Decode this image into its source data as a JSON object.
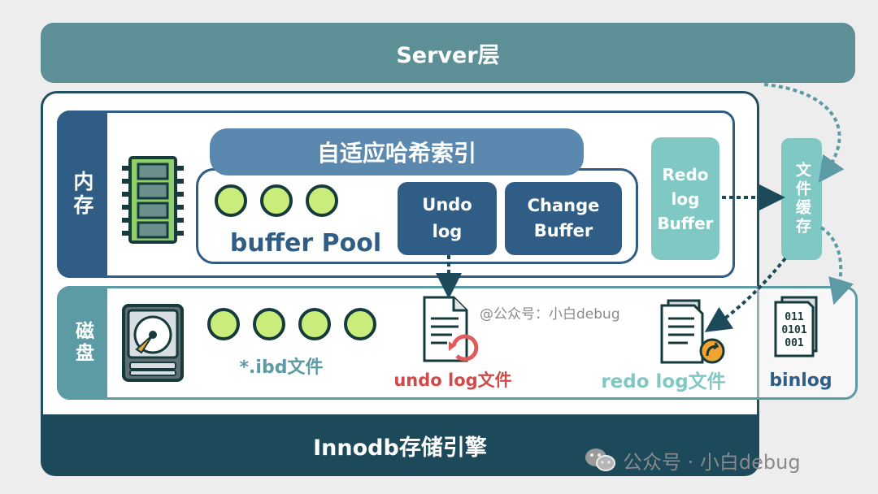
{
  "server_layer": "Server层",
  "innodb_engine": "Innodb存储引擎",
  "memory_label": "内存",
  "disk_label": "磁盘",
  "adaptive_hash_index": "自适应哈希索引",
  "buffer_pool": "buffer Pool",
  "undo_log": "Undo log",
  "change_buffer": "Change Buffer",
  "redo_log_buffer": "Redo log Buffer",
  "file_cache": "文件缓存",
  "ibd_file": "*.ibd文件",
  "undo_log_file": "undo log文件",
  "redo_log_file": "redo log文件",
  "binlog": "binlog",
  "binlog_icon_text": "011 0101 001",
  "watermark_center": "@公众号：小白debug",
  "watermark_corner": "公众号 · 小白debug",
  "colors": {
    "server": "#5c8f96",
    "innodb": "#1c4a5a",
    "memory": "#2f5d86",
    "disk": "#5c9aa4",
    "redo": "#80c8c4",
    "undo_file_text": "#d04a4a",
    "dot_fill": "#c9ec7a"
  },
  "icons": [
    "ram-chip-icon",
    "hard-disk-icon",
    "undo-document-icon",
    "redo-document-icon",
    "binary-file-icon",
    "wechat-icon"
  ]
}
